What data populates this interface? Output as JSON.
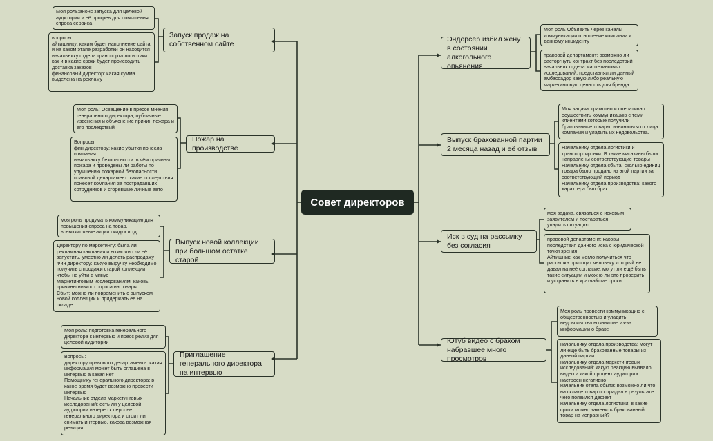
{
  "root": {
    "title": "Совет директоров"
  },
  "topics": [
    {
      "id": "t1",
      "title": "Запуск продаж на собственном сайте",
      "notes": [
        "Моя роль:анонс запуска для целевой аудитории и её прогрев для повышения спроса сервиса",
        "вопросы:\nайтишнику: каким будет наполнение сайта и на каком этапе разработки он находится\nначальнику отдела транспорта логистики: как и в какие сроки будет происходить доставка заказов\nфинансовый директор: какая сумма выделена на рекламу"
      ]
    },
    {
      "id": "t2",
      "title": "Пожар на производстве",
      "notes": [
        "Моя роль: Освещение в прессе мнения генерального директора, публичные извенения и объяснение причин пожара и его последствий",
        "Вопросы:\nфин директору: какие убытки понесла компания\nначальнику безопасности: в чём причины пожара и проведены ли работы по улучшению пожарной безопасности\nправовой департамент: какие последствия понесёт компания за пострадавших сотрудников и сгоревшие личные авто"
      ]
    },
    {
      "id": "t3",
      "title": "Выпуск новой коллекции при большом остатке старой",
      "notes": [
        "моя роль продумать коммуникацию для повышения спроса на товар, всевозможные акции скидки и тд.",
        "Директору по маркетингу: была ли рекламная кампания и возможно ли её запустить, уместно ли делать распродажу\nФин директору: какую выручку необходимо получить с продажи старой коллекции чтобы не уйти в минус\nМаркетинговым исследованиям: каковы причины низкого спроса на товары\nСбыт: можно ли повременить с выпуском новой коллекции и придержать её на складе"
      ]
    },
    {
      "id": "t4",
      "title": "Приглашение генерального директора на интервью",
      "notes": [
        "Моя роль: подготовка генерального директора к интервью и пресс релиз для целевой аудитории",
        "Вопросы:\nдиректору правового департамента: какая информация может быть оглашена в интервью а какая нет\nПомощнику генерального директора: в какое время будет возможно провести интервью\nНачальник отдела маркетинговых исследований: есть ли у целевой аудитории интерес к персоне генерального директора и стоит ли снимать интервью, какова возможная реакция"
      ]
    },
    {
      "id": "t5",
      "title": "Эндорсер избил жену в состоянии алкогольного опьянения",
      "notes": [
        "Моя роль Объявить через каналы коммуникации отношение компании к данному инциденту",
        "правовой департамент: возможно ли расторгнуть контракт без последствий\nначальник отдела маркетинговых исследований: представлял ли данный амбассадор какую либо реальную маркетинговую ценность для бренда"
      ]
    },
    {
      "id": "t6",
      "title": "Выпуск бракованной партии 2 месяца назад и её отзыв",
      "notes": [
        "Моя задача: грамотно и оперативно осуществить коммуникацию с теми клиентами которые получили бракованные товары, извиниться от лица компании и уладить их недовольства.",
        "Начальнику отдела логистики и транспортировки: В какие магазины были направлены соответствующие товары\nНачальнику отдела сбыта: сколько единиц товара было продано из этой партии за соответствующий период\nНачальнику отдела производства: какого характера был брак"
      ]
    },
    {
      "id": "t7",
      "title": "Иск в суд на рассылку без согласия",
      "notes": [
        "моя задача, связаться с исковым заявителем и постараться уладить ситуацию",
        "правовой департамент: каковы последствия данного иска с юридической точки зрения\nАйтишник: как могло получиться что рассылка приходит человеку который не давал на неё согласие, могут ли ещё быть такие ситуации и можно ли это проверить и устранить в кратчайшие сроки"
      ]
    },
    {
      "id": "t8",
      "title": "Ютуб видео с браком набравшее много просмотров",
      "notes": [
        "Моя роль провести коммуникацию с общественностью и уладить недовольства возникшие из-за информации о браке",
        "начальнику отдела производства: могут ли ещё быть бракованные товары из данной партии\nначальнику отдела маркетинговых исследований: какую реакцию вызвало видео и какой процент аудитории настроен негативно\nначальник отела сбыта: возможно ли что на складе товар пострадал в результате чего появился дефект\nначальнику отдела логистики: в какие сроки можно заменить бракованный товар на исправный?"
      ]
    }
  ]
}
